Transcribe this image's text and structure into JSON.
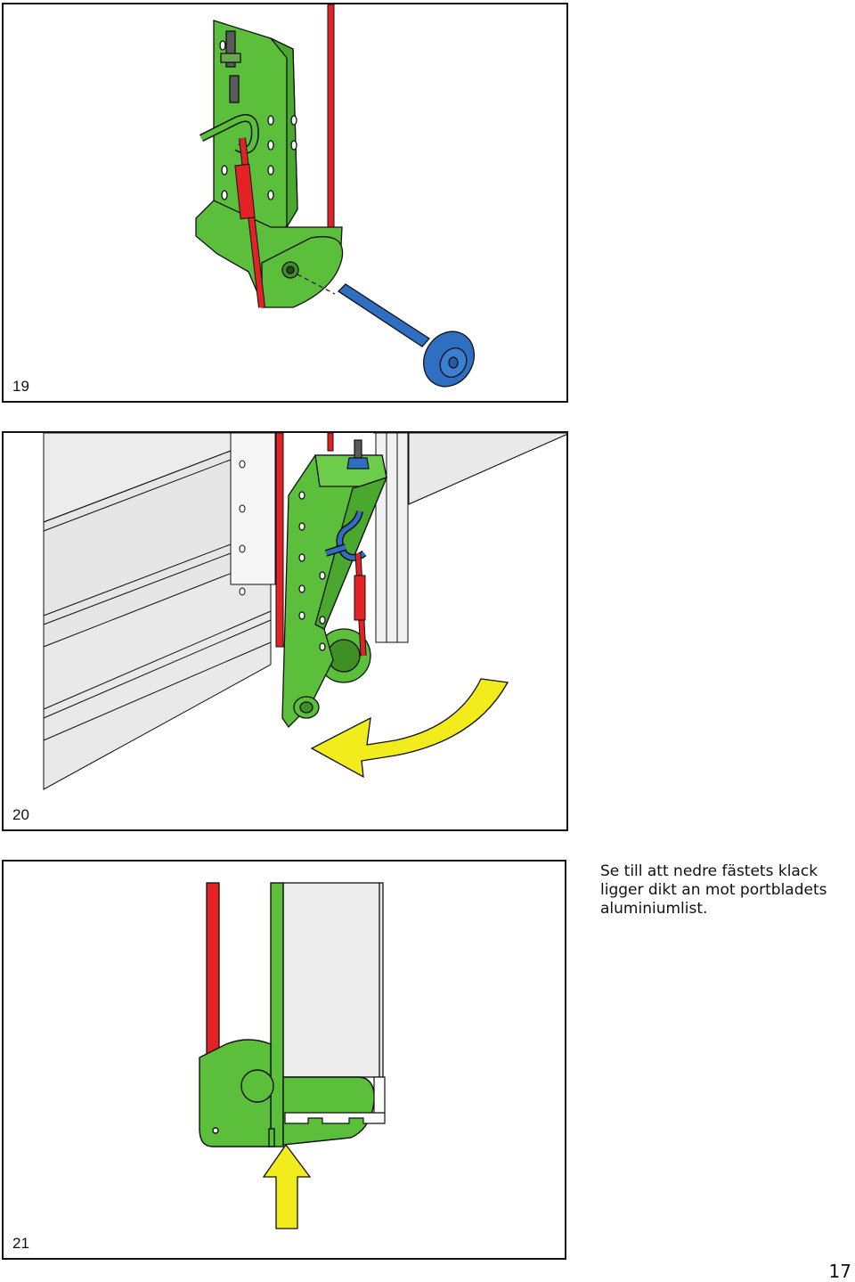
{
  "steps": [
    {
      "number": "19"
    },
    {
      "number": "20"
    },
    {
      "number": "21"
    }
  ],
  "instruction_text": "Se till att nedre fästets klack ligger dikt an mot portbladets aluminiumlist.",
  "page_number": "17",
  "icons": [
    "bracket-illustration",
    "pin-illustration",
    "yellow-arrow-icon"
  ],
  "colors": {
    "bracket_green": "#5cbf3c",
    "cable_red": "#e32226",
    "pin_blue": "#2f6fc1",
    "arrow_yellow": "#f2ec1c",
    "door_grey": "#ececec"
  }
}
